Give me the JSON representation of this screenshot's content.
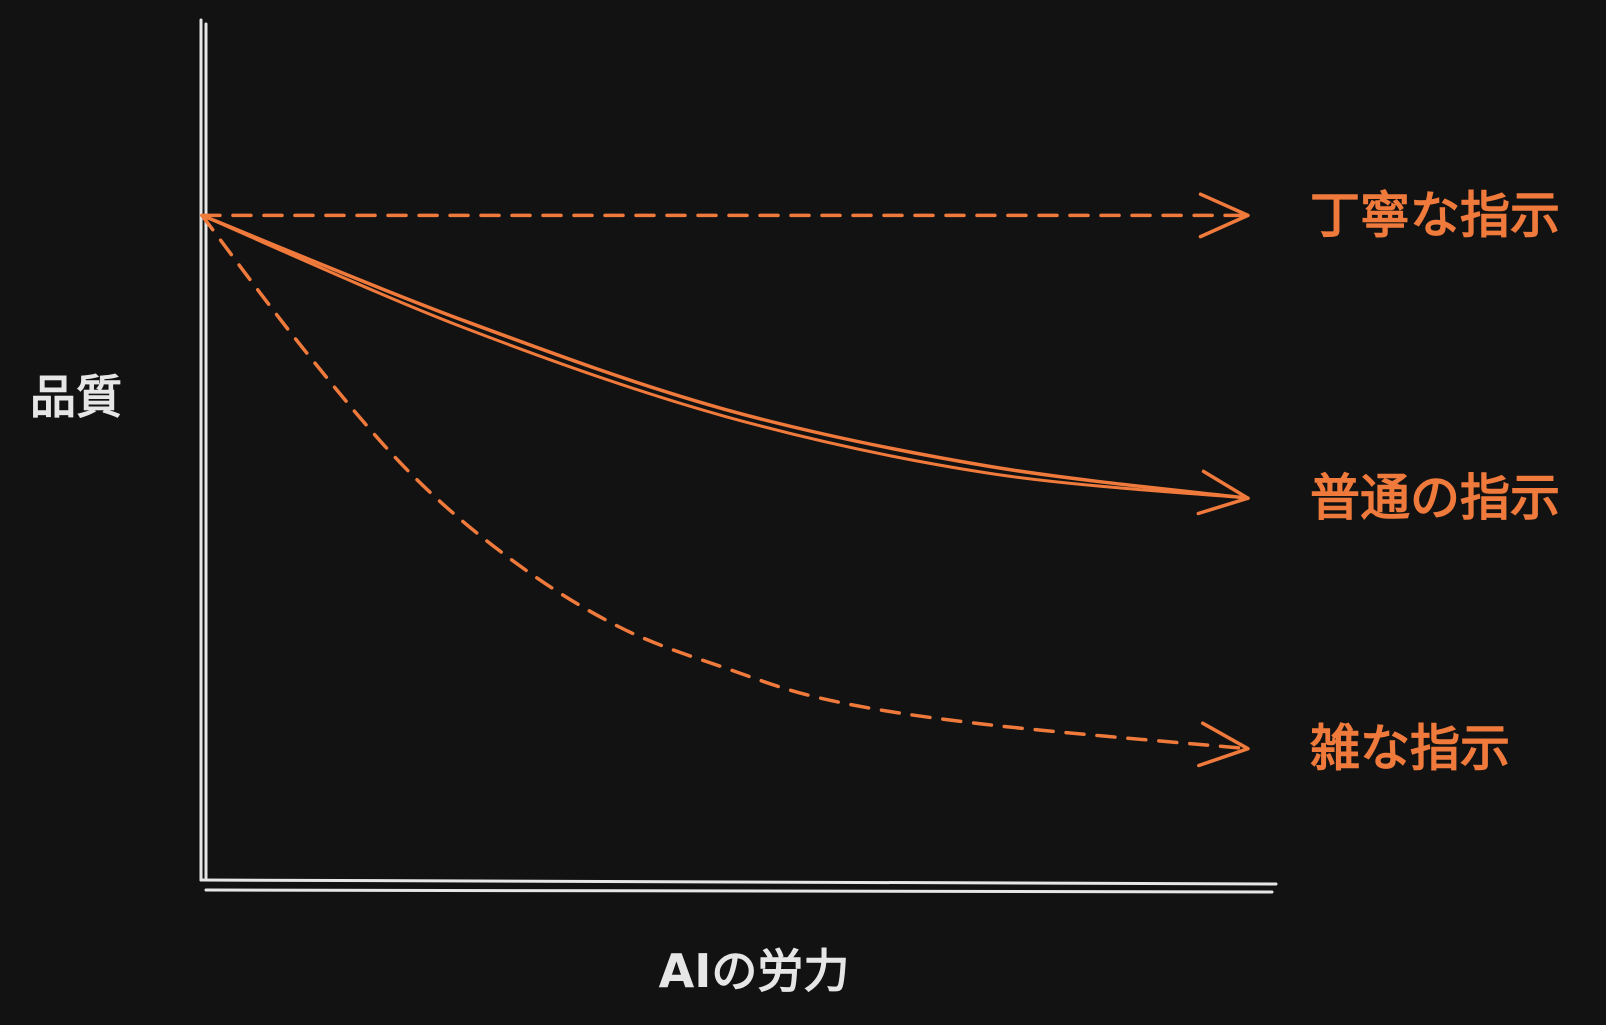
{
  "chart_data": {
    "type": "line",
    "title": "",
    "xlabel": "AIの労力",
    "ylabel": "品質",
    "xlim": [
      0,
      1
    ],
    "ylim": [
      0,
      1
    ],
    "grid": false,
    "legend": "labels at line ends (right)",
    "series": [
      {
        "name": "丁寧な指示",
        "style": "dashed",
        "x": [
          0,
          0.25,
          0.5,
          0.75,
          1.0
        ],
        "y": [
          0.82,
          0.82,
          0.82,
          0.82,
          0.82
        ]
      },
      {
        "name": "普通の指示",
        "style": "solid",
        "x": [
          0,
          0.25,
          0.5,
          0.75,
          1.0
        ],
        "y": [
          0.82,
          0.69,
          0.58,
          0.51,
          0.47
        ]
      },
      {
        "name": "雑な指示",
        "style": "dashed",
        "x": [
          0,
          0.1,
          0.2,
          0.3,
          0.4,
          0.5,
          0.6,
          0.75,
          1.0
        ],
        "y": [
          0.82,
          0.65,
          0.5,
          0.39,
          0.31,
          0.26,
          0.22,
          0.19,
          0.16
        ]
      }
    ]
  },
  "colors": {
    "background": "#121212",
    "axis": "#e6e6e6",
    "series": "#f07a3c"
  }
}
